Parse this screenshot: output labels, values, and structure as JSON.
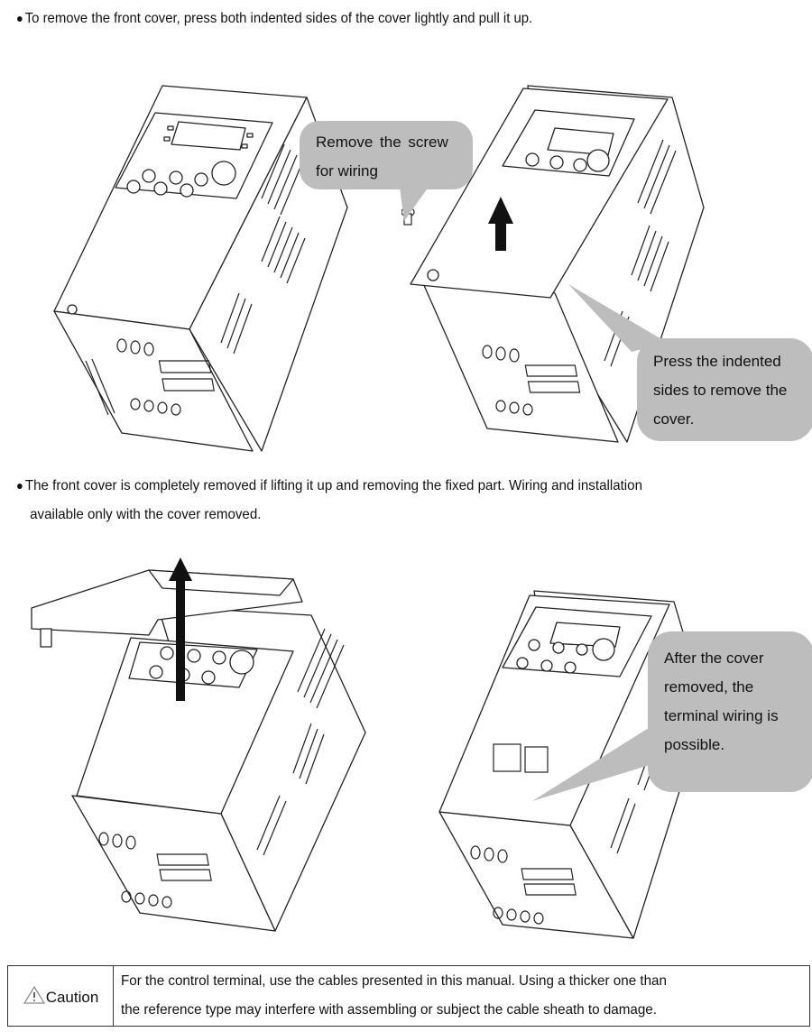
{
  "section1": {
    "bullet": "●",
    "text": "To remove the front cover, press both indented sides of the cover lightly and pull it up."
  },
  "figures_top": {
    "left_figure": {
      "name": "inverter-closed"
    },
    "right_figure": {
      "name": "inverter-cover-lifting"
    },
    "callout_screw": {
      "lines": [
        "Remove  the  screw",
        "for wiring"
      ]
    },
    "callout_press": {
      "lines": [
        "Press the indented",
        "sides to remove the",
        "cover."
      ]
    }
  },
  "section2": {
    "bullet": "●",
    "line1": "The front cover is completely removed if lifting it up and removing the fixed part. Wiring and installation",
    "line2": "available only with the cover removed."
  },
  "figures_bottom": {
    "callout_after": {
      "lines": [
        "After the cover",
        "removed, the",
        "terminal wiring is",
        "possible."
      ]
    }
  },
  "caution": {
    "icon": "warning-triangle-icon",
    "label": "Caution",
    "lines": [
      "For the control terminal, use the cables presented in this manual. Using a thicker one than",
      "the reference type may interfere with assembling or subject the cable sheath to damage."
    ]
  },
  "colors": {
    "callout_fill": "#bdbdbd",
    "line": "#222222",
    "arrow": "#111111"
  }
}
